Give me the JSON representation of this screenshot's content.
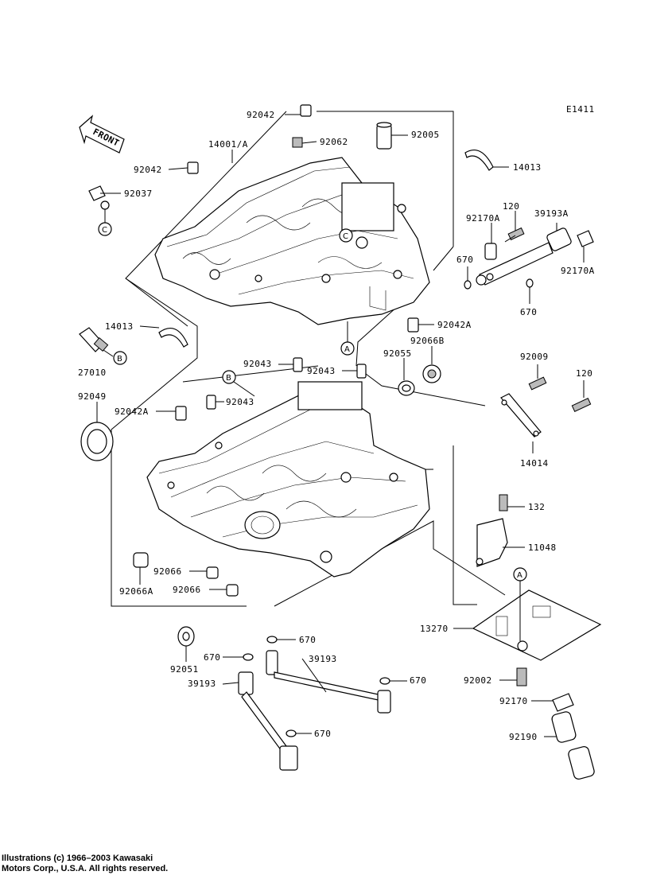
{
  "diagram_code": "E1411",
  "front_label": "FRONT",
  "copyright": {
    "line1": "Illustrations (c) 1966–2003 Kawasaki",
    "line2": "Motors Corp., U.S.A.  All rights reserved."
  },
  "callouts": {
    "a_upper": "A",
    "a_lower": "A",
    "b_sensor": "B",
    "b_case": "B",
    "c_bracket": "C",
    "c_case": "C"
  },
  "parts": {
    "p92042_top": "92042",
    "p14001A": "14001/A",
    "p92062": "92062",
    "p92005": "92005",
    "p92042_left": "92042",
    "p92037": "92037",
    "p14013_right": "14013",
    "p120_top": "120",
    "p92170A_left": "92170A",
    "p39193A": "39193A",
    "p670_upper_left": "670",
    "p92170A_right": "92170A",
    "p670_upper_right": "670",
    "p14013_left": "14013",
    "p27010": "27010",
    "p92042A_right": "92042A",
    "p92055": "92055",
    "p92066B": "92066B",
    "p92043_top_left": "92043",
    "p92043_top_right": "92043",
    "p92049": "92049",
    "p92042A_left": "92042A",
    "p92043_mid": "92043",
    "p92009": "92009",
    "p120_right": "120",
    "p14014": "14014",
    "p132": "132",
    "p11048": "11048",
    "p92066_upper": "92066",
    "p92066_lower": "92066",
    "p92066A": "92066A",
    "p13270": "13270",
    "p670_mid": "670",
    "p92051": "92051",
    "p670_left": "670",
    "p39193_mid": "39193",
    "p670_right": "670",
    "p39193_left": "39193",
    "p92002": "92002",
    "p92170": "92170",
    "p670_bottom": "670",
    "p92190": "92190"
  }
}
